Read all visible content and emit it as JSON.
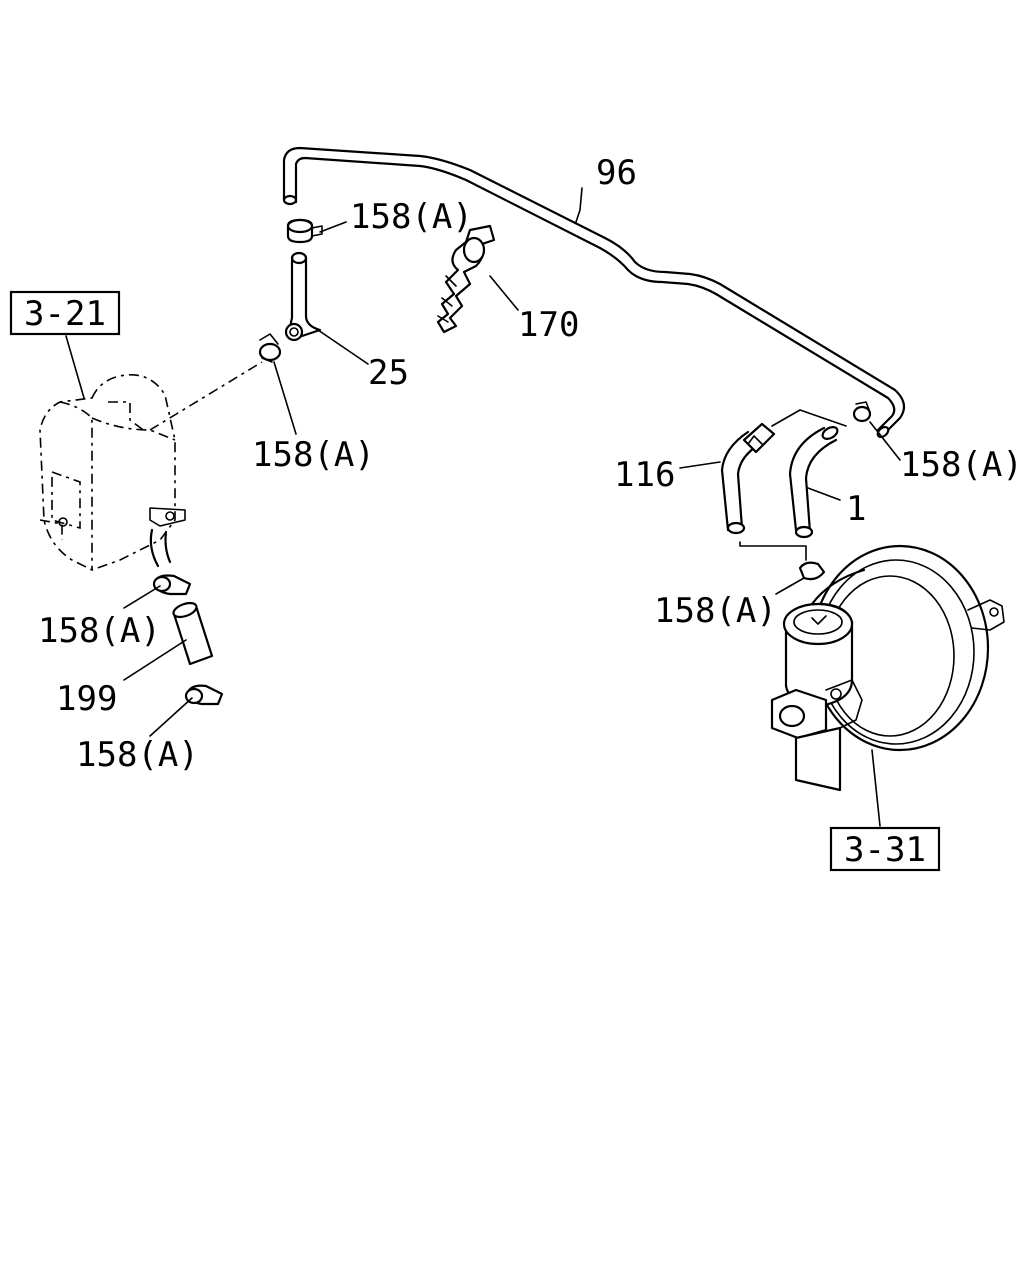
{
  "refs": {
    "ref_3_21": "3-21",
    "ref_3_31": "3-31"
  },
  "callouts": {
    "c96": "96",
    "c158_top": "158(A)",
    "c170": "170",
    "c25": "25",
    "c158_left_mid": "158(A)",
    "c158_right": "158(A)",
    "c116": "116",
    "c1": "1",
    "c158_booster": "158(A)",
    "c158_tank_upper": "158(A)",
    "c199": "199",
    "c158_tank_lower": "158(A)"
  }
}
